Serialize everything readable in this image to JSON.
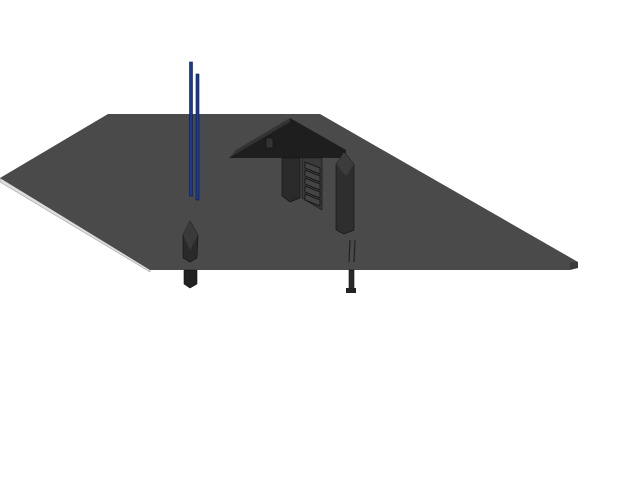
{
  "scene": {
    "background": "#ffffff",
    "ground_color": "#4a4a4a",
    "ground_edge_color": "#f2f2f2",
    "structure_color": "#1e1e1e",
    "structure_side_color": "#2e2e2e",
    "pole_color": "#1a3a9a",
    "objects": [
      "ground-plane",
      "blue-poles",
      "shelter-roof",
      "ladder",
      "pillar",
      "post-left",
      "post-right"
    ]
  }
}
